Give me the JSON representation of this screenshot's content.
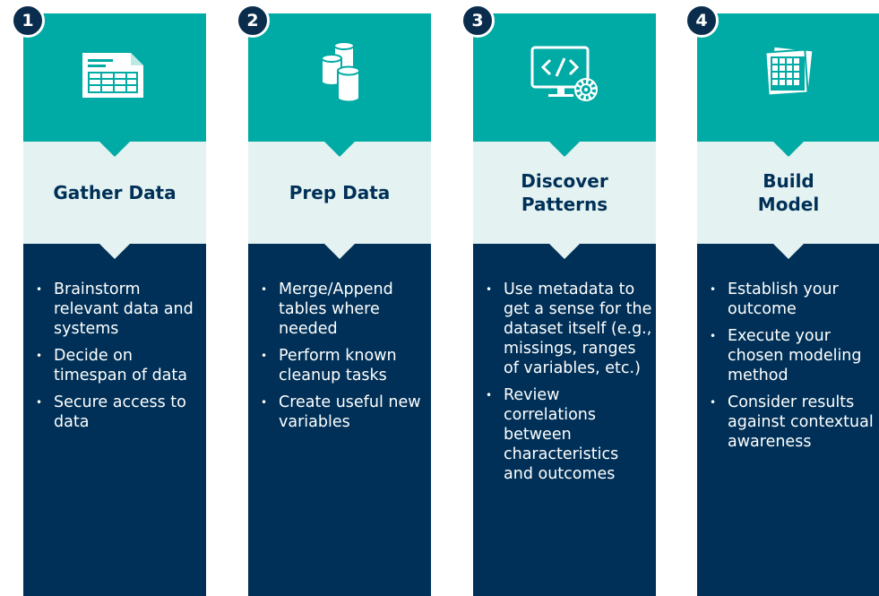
{
  "colors": {
    "header_teal": "#00aaa5",
    "title_band": "#e4f3f2",
    "body_navy": "#003057",
    "badge": "#0b2d4d",
    "text_light": "#ffffff"
  },
  "steps": [
    {
      "number": "1",
      "icon": "spreadsheet-icon",
      "title": "Gather Data",
      "bullets": [
        "Brainstorm relevant data and systems",
        "Decide on timespan of data",
        "Secure access to data"
      ]
    },
    {
      "number": "2",
      "icon": "database-cylinders-icon",
      "title": "Prep Data",
      "bullets": [
        "Merge/Append tables where needed",
        "Perform known cleanup tasks",
        "Create useful new variables"
      ]
    },
    {
      "number": "3",
      "icon": "code-monitor-gear-icon",
      "title": "Discover\nPatterns",
      "bullets": [
        "Use metadata to get a sense for the dataset itself (e.g., missings, ranges of variables, etc.)",
        "Review correlations between characteristics and outcomes"
      ]
    },
    {
      "number": "4",
      "icon": "stacked-grid-documents-icon",
      "title": "Build\nModel",
      "bullets": [
        "Establish your outcome",
        "Execute your chosen modeling method",
        "Consider results against contextual awareness"
      ]
    }
  ]
}
